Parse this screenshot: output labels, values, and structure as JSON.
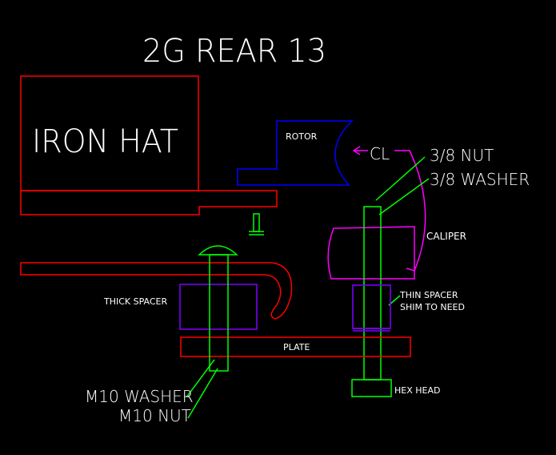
{
  "title": "2G REAR 13",
  "labels": {
    "iron_hat": "IRON HAT",
    "rotor": "ROTOR",
    "cl": "CL",
    "nut_38": "3/8 NUT",
    "washer_38": "3/8 WASHER",
    "caliper": "CALIPER",
    "thick_spacer": "THICK SPACER",
    "thin_spacer": "THIN SPACER",
    "shim": "SHIM TO NEED",
    "plate": "PLATE",
    "hex_head": "HEX HEAD",
    "m10_washer": "M10 WASHER",
    "m10_nut": "M10 NUT"
  },
  "colors": {
    "background": "#000000",
    "text": "#ffffff",
    "iron_hat": "#ff0000",
    "rotor": "#0000ff",
    "bolt": "#00ff00",
    "caliper": "#ff00ff",
    "spacer": "#8000ff",
    "plate": "#ff0000"
  }
}
